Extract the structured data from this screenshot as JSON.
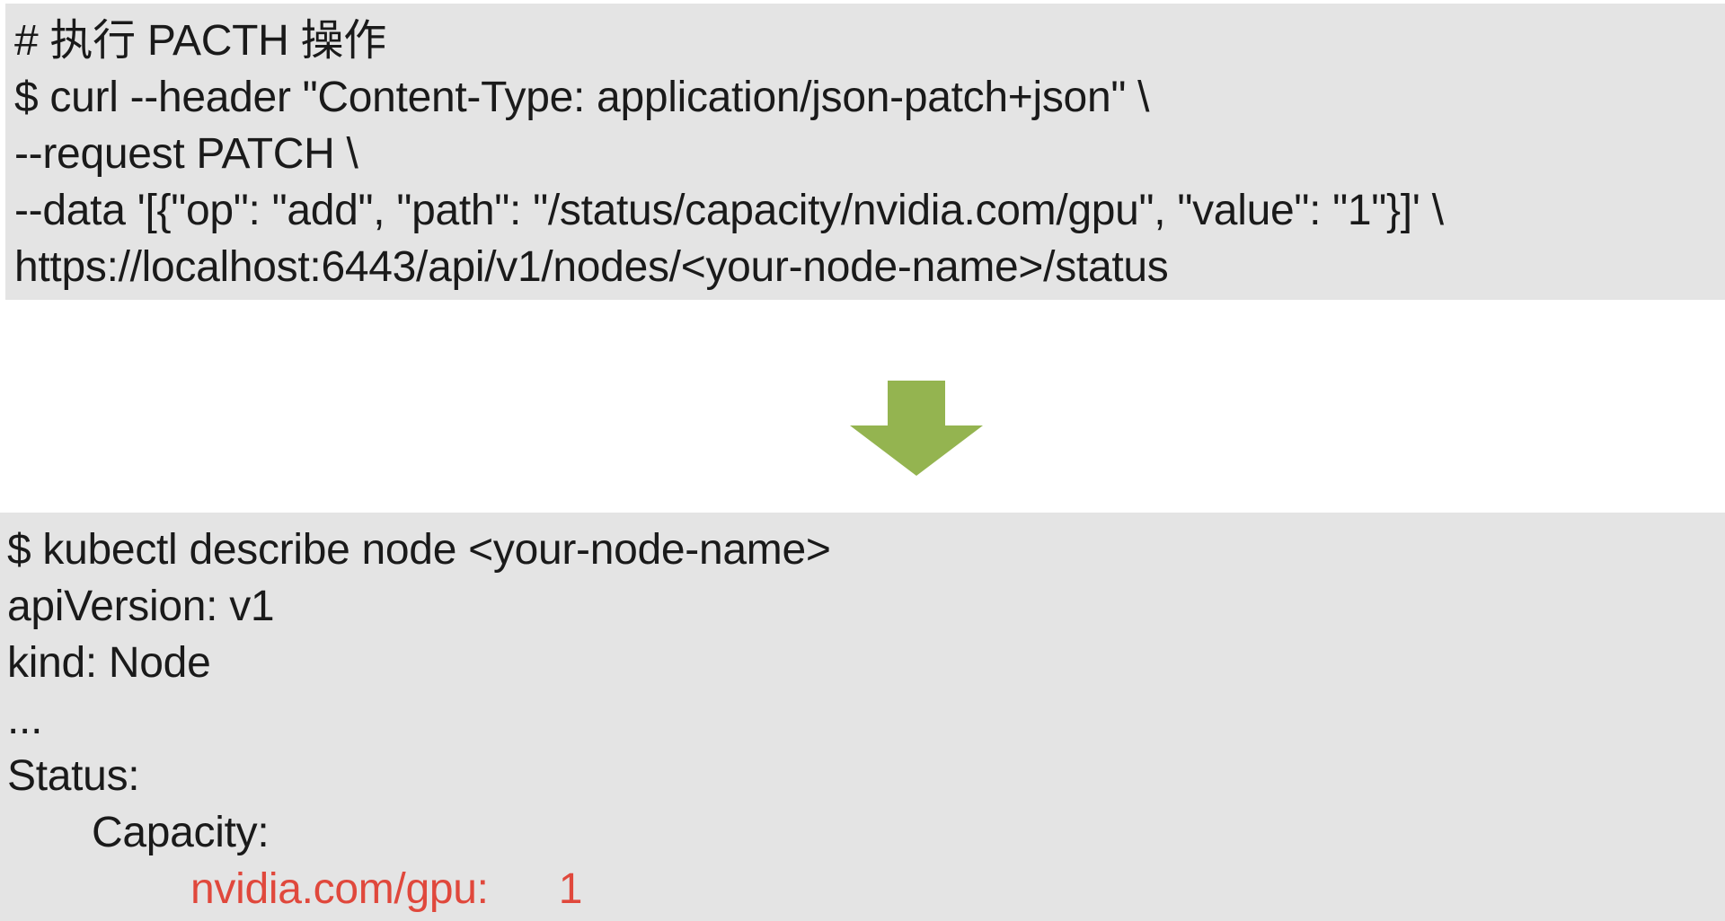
{
  "top_block": {
    "lines": [
      "# 执行 PACTH 操作",
      "$ curl --header \"Content-Type: application/json-patch+json\" \\",
      "--request PATCH \\",
      "--data '[{\"op\": \"add\", \"path\": \"/status/capacity/nvidia.com/gpu\", \"value\": \"1\"}]' \\",
      "https://localhost:6443/api/v1/nodes/<your-node-name>/status"
    ]
  },
  "arrow": {
    "icon": "down-arrow-icon",
    "color": "#94b450"
  },
  "bottom_block": {
    "lines": [
      "$ kubectl describe node <your-node-name>",
      "apiVersion: v1",
      "kind: Node",
      "...",
      "Status:",
      "Capacity:"
    ],
    "highlight_key": "nvidia.com/gpu:",
    "highlight_value": "1",
    "highlight_color": "#e0483c"
  }
}
